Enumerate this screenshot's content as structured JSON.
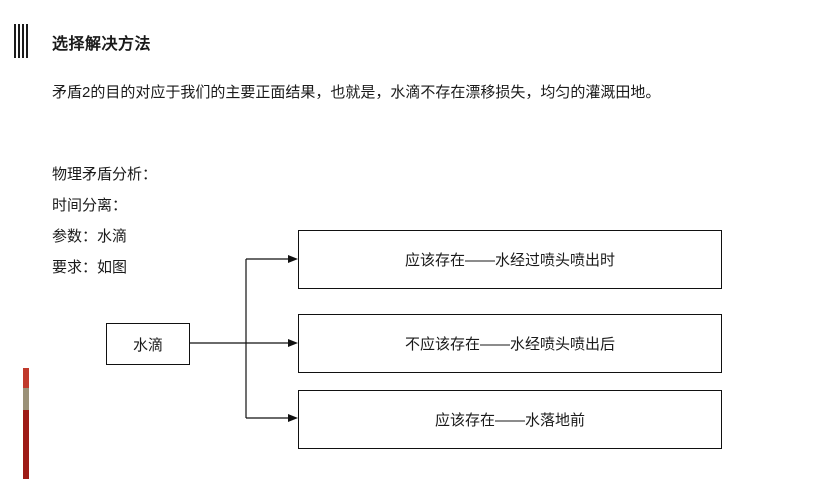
{
  "slide": {
    "title": "选择解决方法",
    "paragraph": "矛盾2的目的对应于我们的主要正面结果，也就是，水滴不存在漂移损失，均匀的灌溉田地。",
    "lines": [
      "物理矛盾分析：",
      "时间分离：",
      "参数：水滴",
      "要求：如图"
    ],
    "diagram": {
      "source_node": "水滴",
      "branches": [
        "应该存在——水经过喷头喷出时",
        "不应该存在——水经喷头喷出后",
        "应该存在——水落地前"
      ]
    },
    "colors": {
      "accent_red": "#c0392b",
      "accent_tan": "#9b9178",
      "accent_dark_red": "#9e1b16",
      "text": "#1a1a1a",
      "border": "#111111"
    }
  }
}
